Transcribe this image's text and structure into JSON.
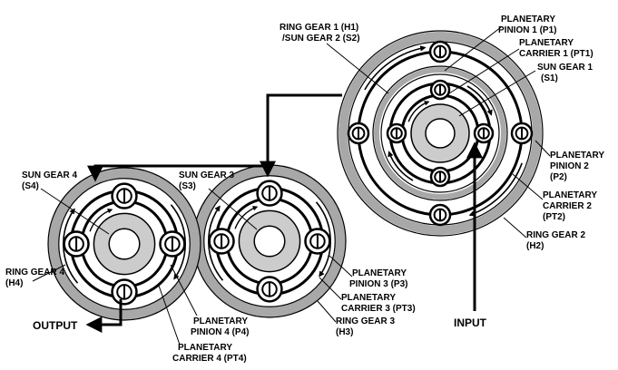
{
  "colors": {
    "ink": "#000000",
    "gear_gray": "#a8a8a8",
    "sun_gray": "#cccccc",
    "background": "#ffffff"
  },
  "labels": {
    "h1_line1": "RING GEAR 1 (H1)",
    "h1_line2": "/SUN GEAR 2 (S2)",
    "p1_line1": "PLANETARY",
    "p1_line2": "PINION 1 (P1)",
    "pt1_line1": "PLANETARY",
    "pt1_line2": "CARRIER 1 (PT1)",
    "s1_line1": "SUN GEAR 1",
    "s1_line2": "(S1)",
    "p2_line1": "PLANETARY",
    "p2_line2": "PINION 2",
    "p2_line3": "(P2)",
    "pt2_line1": "PLANETARY",
    "pt2_line2": "CARRIER 2",
    "pt2_line3": "(PT2)",
    "h2_line1": "RING GEAR 2",
    "h2_line2": "(H2)",
    "s4_line1": "SUN GEAR 4",
    "s4_line2": "(S4)",
    "s3_line1": "SUN GEAR 3",
    "s3_line2": "(S3)",
    "h4_line1": "RING GEAR 4",
    "h4_line2": "(H4)",
    "output": "OUTPUT",
    "p4_line1": "PLANETARY",
    "p4_line2": "PINION 4 (P4)",
    "pt4_line1": "PLANETARY",
    "pt4_line2": "CARRIER 4 (PT4)",
    "p3_line1": "PLANETARY",
    "p3_line2": "PINION 3 (P3)",
    "pt3_line1": "PLANETARY",
    "pt3_line2": "CARRIER 3 (PT3)",
    "h3_line1": "RING GEAR 3",
    "h3_line2": "(H3)",
    "input": "INPUT"
  }
}
